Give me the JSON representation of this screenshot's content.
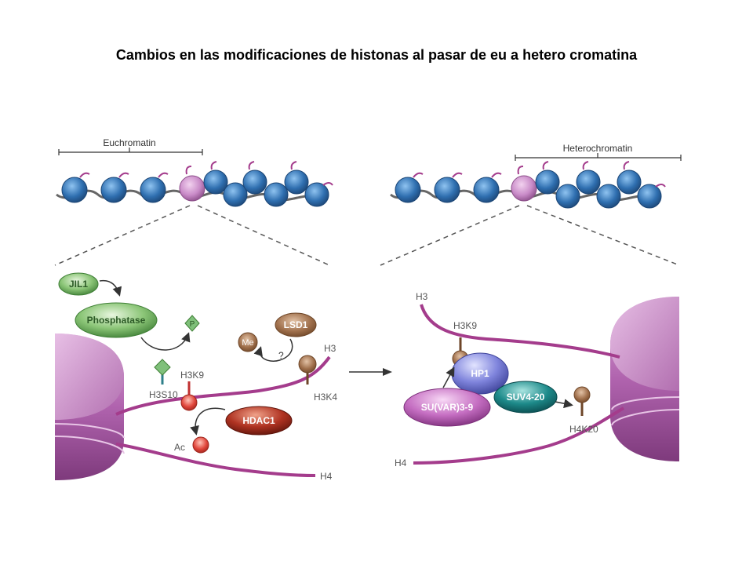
{
  "title": "Cambios en las modificaciones de histonas al pasar de eu a hetero cromatina",
  "colors": {
    "histone_tail": "#a43c8c",
    "nucleosome_blue": "#2f6fb0",
    "nucleosome_pink": "#c98bc8",
    "green_protein": "#5aa84e",
    "brown_mark": "#a0704c",
    "red_mark": "#e0453a",
    "hp1": "#6a6fd0",
    "suv420": "#1d8a8a",
    "suvar": "#b554b2"
  },
  "top": {
    "euchromatin_label": "Euchromatin",
    "heterochromatin_label": "Heterochromatin"
  },
  "left_panel": {
    "jil1": "JIL1",
    "phosphatase": "Phosphatase",
    "p_mark": "P",
    "lsd1": "LSD1",
    "me": "Me",
    "question": "?",
    "h3": "H3",
    "h3k9": "H3K9",
    "h3s10": "H3S10",
    "h3k4": "H3K4",
    "hdac1": "HDAC1",
    "ac": "Ac",
    "h4": "H4"
  },
  "right_panel": {
    "h3": "H3",
    "h3k9": "H3K9",
    "hp1": "HP1",
    "suvar": "SU(VAR)3-9",
    "suv420": "SUV4-20",
    "h4k20": "H4K20",
    "h4": "H4"
  },
  "icons": {
    "arrow": "right-arrow-icon",
    "nucleosome": "nucleosome-icon"
  }
}
